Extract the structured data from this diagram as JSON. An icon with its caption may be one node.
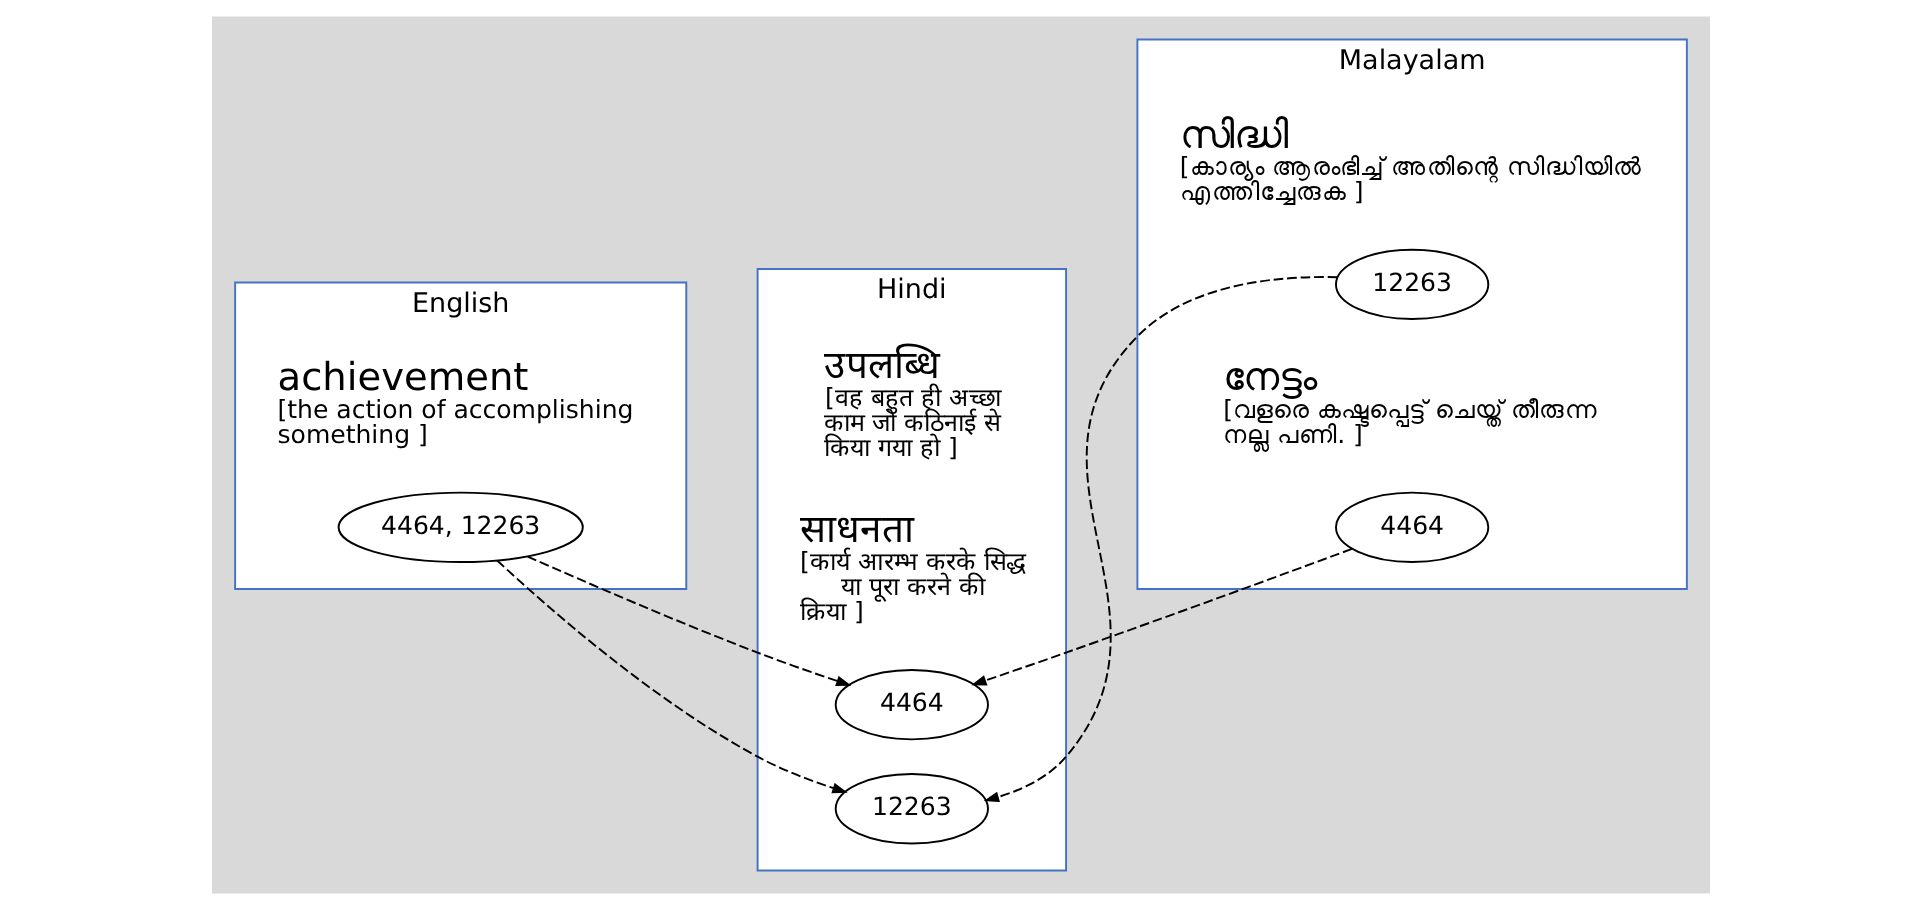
{
  "diagram": {
    "nodes": [
      {
        "text": [
          "English"
        ]
      },
      {
        "text": [
          "4464, 12263"
        ],
        "in": 0,
        "beside": [
          "achievement",
          "[the action of accomplishing something ]"
        ]
      },
      {
        "text": [
          "Hindi"
        ]
      },
      {
        "text": [
          "4464"
        ],
        "in": 2,
        "beside": [
          "उपलब्धि",
          "[वह बहुत ही अच्छा काम जो कठिनाई से किया गया हो ]"
        ]
      },
      {
        "text": [
          "12263"
        ],
        "in": 2,
        "beside": [
          "साधनता",
          "[कार्य आरम्भ करके सिद्ध या पूरा करने की क्रिया ]"
        ]
      },
      {
        "text": [
          "Malayalam"
        ]
      },
      {
        "text": [
          "4464"
        ],
        "in": 5,
        "beside": [
          "നേട്ടം",
          "[വളരെ കഷ്ടപ്പെട്ട് ചെയ്ത് തീരുന്ന നല്ല പണി. ]"
        ]
      },
      {
        "text": [
          "12263"
        ],
        "in": 5,
        "beside": [
          "സിദ്ധി",
          "[കാര്യം ആരംഭിച്ച് അതിന്റെ സിദ്ധിയിൽ എത്തിച്ചേരുക ]"
        ]
      }
    ],
    "edges": [
      {
        "from": 1,
        "to": 3,
        "arrow": "to",
        "style": "dashed"
      },
      {
        "from": 1,
        "to": 4,
        "arrow": "to",
        "style": "dashed"
      },
      {
        "from": 6,
        "to": 3,
        "arrow": "to",
        "style": "dashed"
      },
      {
        "from": 7,
        "to": 4,
        "arrow": "to",
        "style": "dashed"
      }
    ]
  }
}
